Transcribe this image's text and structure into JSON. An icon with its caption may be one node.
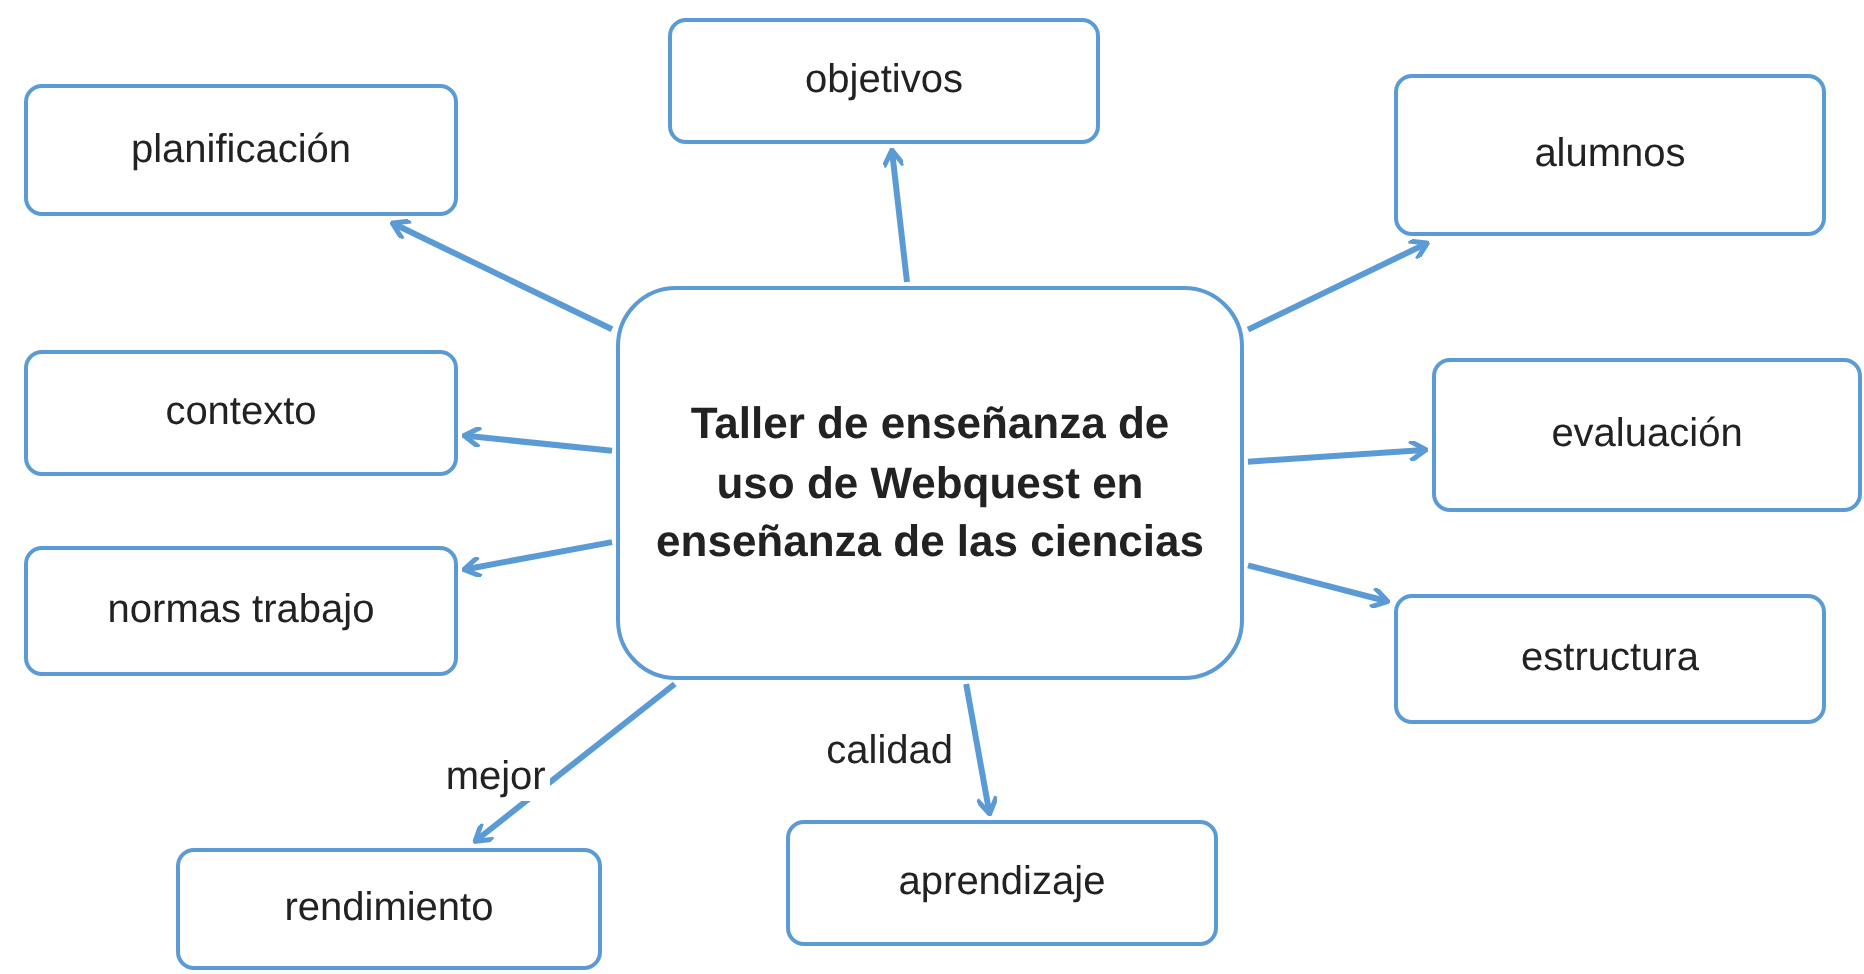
{
  "diagram": {
    "nodes": [
      {
        "text": [
          "Taller de enseñanza de uso de Webquest en enseñanza de las ciencias"
        ]
      },
      {
        "text": [
          "planificación"
        ]
      },
      {
        "text": [
          "objetivos"
        ]
      },
      {
        "text": [
          "alumnos"
        ]
      },
      {
        "text": [
          "contexto"
        ]
      },
      {
        "text": [
          "evaluación"
        ]
      },
      {
        "text": [
          "normas trabajo"
        ]
      },
      {
        "text": [
          "estructura"
        ]
      },
      {
        "text": [
          "rendimiento"
        ]
      },
      {
        "text": [
          "aprendizaje"
        ]
      }
    ],
    "edges": [
      {
        "from": 0,
        "to": 1,
        "arrow": "to"
      },
      {
        "from": 0,
        "to": 2,
        "arrow": "to"
      },
      {
        "from": 0,
        "to": 3,
        "arrow": "to"
      },
      {
        "from": 0,
        "to": 4,
        "arrow": "to"
      },
      {
        "from": 0,
        "to": 5,
        "arrow": "to"
      },
      {
        "from": 0,
        "to": 6,
        "arrow": "to"
      },
      {
        "from": 0,
        "to": 7,
        "arrow": "to"
      },
      {
        "from": 0,
        "to": 8,
        "label": "mejor",
        "arrow": "to"
      },
      {
        "from": 0,
        "to": 9,
        "label": "calidad",
        "arrow": "to"
      }
    ]
  }
}
